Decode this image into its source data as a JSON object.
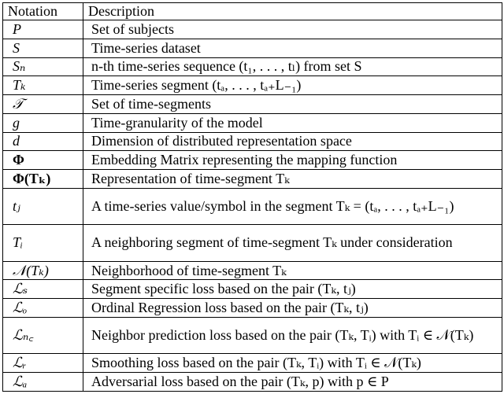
{
  "header": {
    "notation": "Notation",
    "description": "Description"
  },
  "rows": [
    {
      "symbol": "P",
      "description": "Set of subjects",
      "lines": 1,
      "bold": false
    },
    {
      "symbol": "S",
      "description": "Time-series dataset",
      "lines": 1,
      "bold": false
    },
    {
      "symbol": "Sₙ",
      "description": "n-th time-series sequence (t₁, . . . , tₗ) from set S",
      "lines": 1,
      "bold": false
    },
    {
      "symbol": "Tₖ",
      "description": "Time-series segment (tₐ, . . . , tₐ₊L₋₁)",
      "lines": 1,
      "bold": false
    },
    {
      "symbol": "𝒯",
      "description": "Set of time-segments",
      "lines": 1,
      "bold": false
    },
    {
      "symbol": "g",
      "description": "Time-granularity of the model",
      "lines": 1,
      "bold": false
    },
    {
      "symbol": "d",
      "description": "Dimension of distributed representation space",
      "lines": 1,
      "bold": false
    },
    {
      "symbol": "Φ",
      "description": "Embedding Matrix representing the mapping function",
      "lines": 1,
      "bold": true
    },
    {
      "symbol": "Φ(Tₖ)",
      "description": "Representation of time-segment Tₖ",
      "lines": 1,
      "bold": true
    },
    {
      "symbol": "tⱼ",
      "description": "A time-series value/symbol in the segment Tₖ = (tₐ, . . . , tₐ₊L₋₁)",
      "lines": 2,
      "bold": false
    },
    {
      "symbol": "Tᵢ",
      "description": "A neighboring segment of time-segment Tₖ under consideration",
      "lines": 2,
      "bold": false
    },
    {
      "symbol": "𝒩(Tₖ)",
      "description": "Neighborhood of time-segment Tₖ",
      "lines": 1,
      "bold": false
    },
    {
      "symbol": "ℒₛ",
      "description": "Segment specific loss based on the pair (Tₖ, tⱼ)",
      "lines": 1,
      "bold": false
    },
    {
      "symbol": "ℒₒ",
      "description": "Ordinal Regression loss based on the pair (Tₖ, tⱼ)",
      "lines": 1,
      "bold": false
    },
    {
      "symbol": "ℒₙ꜀",
      "description": "Neighbor prediction loss based on the pair (Tₖ, Tᵢ) with Tᵢ ∈ 𝒩(Tₖ)",
      "lines": 2,
      "bold": false
    },
    {
      "symbol": "ℒᵣ",
      "description": "Smoothing loss based on the pair (Tₖ, Tᵢ) with Tᵢ ∈ 𝒩(Tₖ)",
      "lines": 1,
      "bold": false
    },
    {
      "symbol": "ℒₐ",
      "description": "Adversarial loss based on the pair (Tₖ, p) with p ∈ P",
      "lines": 1,
      "bold": false
    }
  ]
}
